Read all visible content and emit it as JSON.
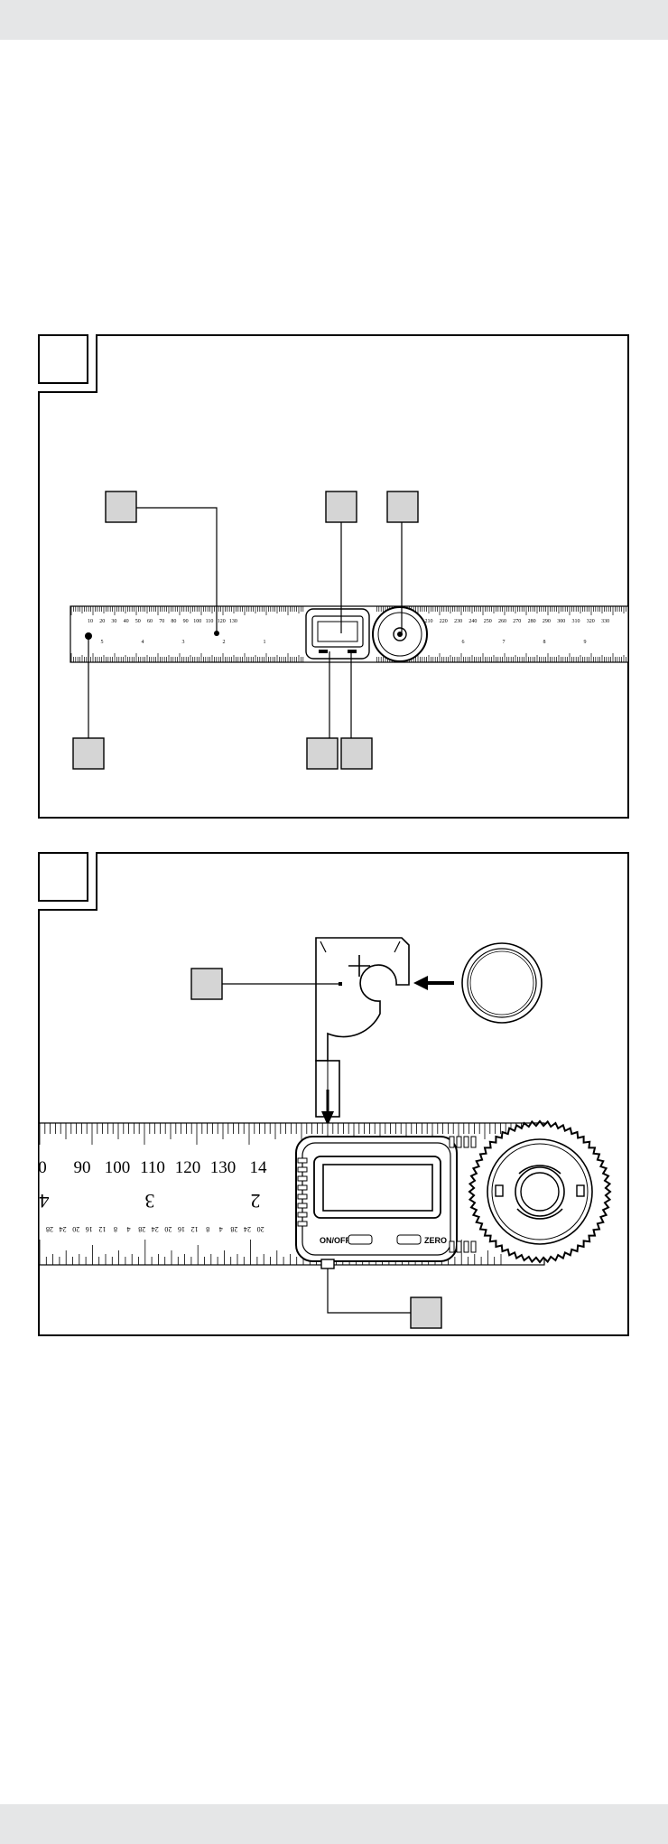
{
  "page": {
    "figure1": {
      "ruler_top_labels": [
        "10",
        "20",
        "30",
        "40",
        "50",
        "60",
        "70",
        "80",
        "90",
        "100",
        "110",
        "120",
        "130",
        "210",
        "220",
        "230",
        "240",
        "250",
        "260",
        "270",
        "280",
        "290",
        "300",
        "310",
        "320",
        "330"
      ],
      "ruler_bottom_labels": [
        "1",
        "2",
        "3",
        "4",
        "5",
        "6",
        "7",
        "8",
        "9"
      ]
    },
    "figure2": {
      "ruler_cm_labels": [
        "0",
        "90",
        "100",
        "110",
        "120",
        "130",
        "14"
      ],
      "ruler_inch_labels": [
        "4",
        "3",
        "2"
      ],
      "ruler_sixteenth_labels": [
        "28",
        "24",
        "20",
        "16",
        "12",
        "8",
        "4",
        "28",
        "24",
        "20",
        "16",
        "12",
        "8",
        "4",
        "28",
        "24",
        "20"
      ],
      "button_on_off": "ON/OFF",
      "button_zero": "ZERO"
    }
  }
}
